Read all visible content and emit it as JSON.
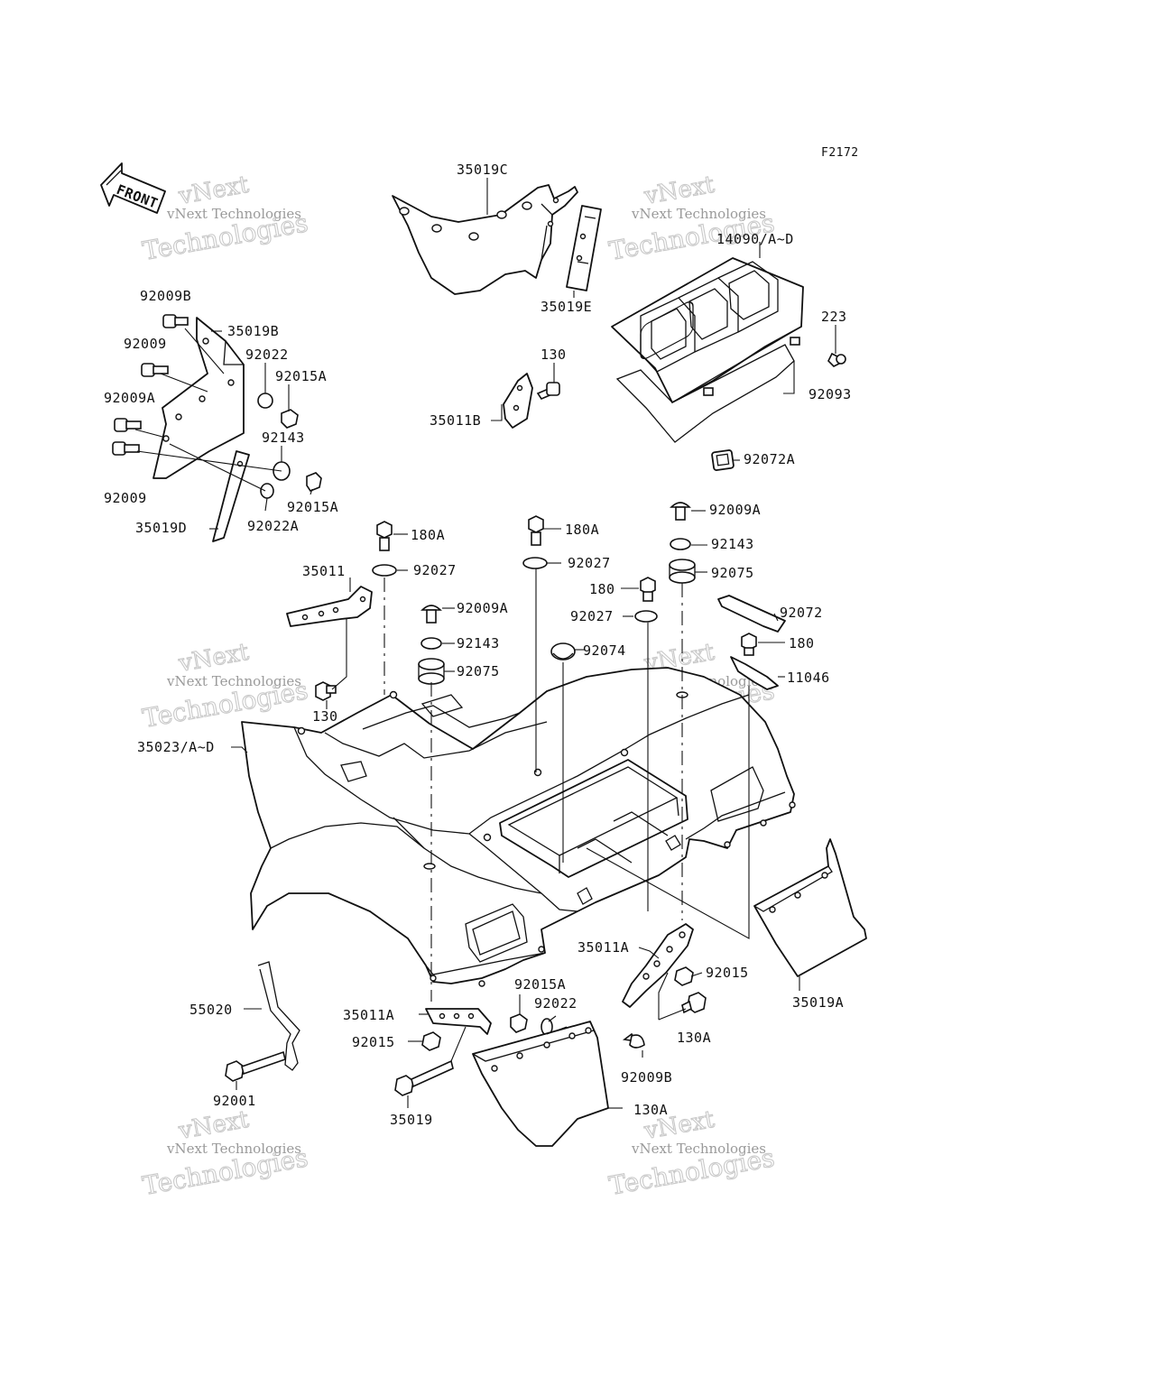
{
  "figure_code": "F2172",
  "front_label": "FRONT",
  "watermark": {
    "line1": "vNext",
    "line2": "vNext Technologies",
    "line3": "Technologies"
  },
  "callouts": [
    {
      "id": "c35019C",
      "text": "35019C"
    },
    {
      "id": "c14090",
      "text": "14090/A~D"
    },
    {
      "id": "c223",
      "text": "223"
    },
    {
      "id": "c92093",
      "text": "92093"
    },
    {
      "id": "c92072A",
      "text": "92072A"
    },
    {
      "id": "c35019E",
      "text": "35019E"
    },
    {
      "id": "c130a",
      "text": "130"
    },
    {
      "id": "c35011B",
      "text": "35011B"
    },
    {
      "id": "c92009B_l",
      "text": "92009B"
    },
    {
      "id": "c35019B",
      "text": "35019B"
    },
    {
      "id": "c92009_a",
      "text": "92009"
    },
    {
      "id": "c92022_l",
      "text": "92022"
    },
    {
      "id": "c92015A_a",
      "text": "92015A"
    },
    {
      "id": "c92009A_l",
      "text": "92009A"
    },
    {
      "id": "c92143_l",
      "text": "92143"
    },
    {
      "id": "c92009_b",
      "text": "92009"
    },
    {
      "id": "c92015A_b",
      "text": "92015A"
    },
    {
      "id": "c35019D",
      "text": "35019D"
    },
    {
      "id": "c92022A",
      "text": "92022A"
    },
    {
      "id": "c180A_a",
      "text": "180A"
    },
    {
      "id": "c180A_b",
      "text": "180A"
    },
    {
      "id": "c92009A_r",
      "text": "92009A"
    },
    {
      "id": "c92143_r",
      "text": "92143"
    },
    {
      "id": "c35011",
      "text": "35011"
    },
    {
      "id": "c92027_a",
      "text": "92027"
    },
    {
      "id": "c92027_b",
      "text": "92027"
    },
    {
      "id": "c92075_r",
      "text": "92075"
    },
    {
      "id": "c180_a",
      "text": "180"
    },
    {
      "id": "c92027_c",
      "text": "92027"
    },
    {
      "id": "c92072",
      "text": "92072"
    },
    {
      "id": "c92009A_m",
      "text": "92009A"
    },
    {
      "id": "c92143_m",
      "text": "92143"
    },
    {
      "id": "c92074",
      "text": "92074"
    },
    {
      "id": "c180_b",
      "text": "180"
    },
    {
      "id": "c92075_m",
      "text": "92075"
    },
    {
      "id": "c11046",
      "text": "11046"
    },
    {
      "id": "c130b",
      "text": "130"
    },
    {
      "id": "c35023",
      "text": "35023/A~D"
    },
    {
      "id": "c35011A_r",
      "text": "35011A"
    },
    {
      "id": "c92015_r",
      "text": "92015"
    },
    {
      "id": "c35019A",
      "text": "35019A"
    },
    {
      "id": "c130A_r",
      "text": "130A"
    },
    {
      "id": "c55020",
      "text": "55020"
    },
    {
      "id": "c92015A_c",
      "text": "92015A"
    },
    {
      "id": "c92022_m",
      "text": "92022"
    },
    {
      "id": "c35011A_l",
      "text": "35011A"
    },
    {
      "id": "c92015_l",
      "text": "92015"
    },
    {
      "id": "c92009B_m",
      "text": "92009B"
    },
    {
      "id": "c92001",
      "text": "92001"
    },
    {
      "id": "c130A_l",
      "text": "130A"
    },
    {
      "id": "c35019",
      "text": "35019"
    }
  ]
}
